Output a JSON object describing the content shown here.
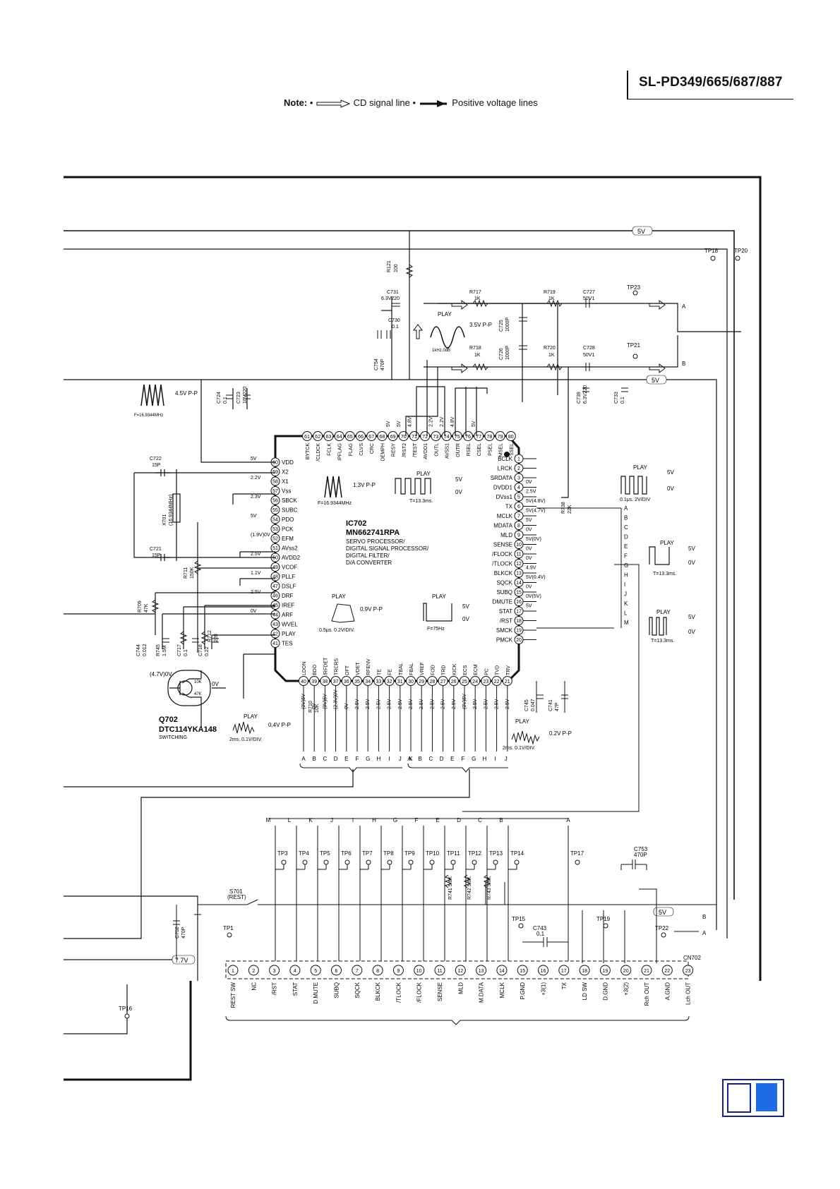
{
  "header": {
    "model": "SL-PD349/665/687/887",
    "note_prefix": "Note:",
    "note_cd": "CD signal line",
    "note_pos": "Positive voltage lines"
  },
  "ic": {
    "ref": "IC702",
    "part": "MN662741RPA",
    "desc": [
      "SERVO PROCESSOR/",
      "DIGITAL SIGNAL PROCESSOR/",
      "DIGITAL FILTER/",
      "D/A CONVERTER"
    ],
    "pins_top": [
      {
        "n": "61",
        "name": "BYTCK"
      },
      {
        "n": "62",
        "name": "/CLDCK"
      },
      {
        "n": "63",
        "name": "FCLK"
      },
      {
        "n": "64",
        "name": "IPFLAG"
      },
      {
        "n": "65",
        "name": "FLAG"
      },
      {
        "n": "66",
        "name": "CLVS"
      },
      {
        "n": "67",
        "name": "CRC"
      },
      {
        "n": "68",
        "name": "DEMPH"
      },
      {
        "n": "69",
        "name": "RESY"
      },
      {
        "n": "70",
        "name": "/RST2"
      },
      {
        "n": "71",
        "name": "/TEST"
      },
      {
        "n": "72",
        "name": "AVDD1"
      },
      {
        "n": "73",
        "name": "OUTL"
      },
      {
        "n": "74",
        "name": "AVSS1"
      },
      {
        "n": "75",
        "name": "OUTR"
      },
      {
        "n": "76",
        "name": "RSEL"
      },
      {
        "n": "77",
        "name": "CSEL"
      },
      {
        "n": "78",
        "name": "PSEL"
      },
      {
        "n": "79",
        "name": "MSEL"
      },
      {
        "n": "80",
        "name": "SSEL"
      }
    ],
    "pins_left": [
      {
        "n": "60",
        "name": "VDD"
      },
      {
        "n": "59",
        "name": "X2"
      },
      {
        "n": "58",
        "name": "X1"
      },
      {
        "n": "57",
        "name": "Vss"
      },
      {
        "n": "56",
        "name": "SBCK"
      },
      {
        "n": "55",
        "name": "SUBC"
      },
      {
        "n": "54",
        "name": "PDO"
      },
      {
        "n": "53",
        "name": "PCK"
      },
      {
        "n": "52",
        "name": "EFM"
      },
      {
        "n": "51",
        "name": "AVss2"
      },
      {
        "n": "50",
        "name": "AVDD2"
      },
      {
        "n": "49",
        "name": "VCOF"
      },
      {
        "n": "48",
        "name": "PLLF"
      },
      {
        "n": "47",
        "name": "DSLF"
      },
      {
        "n": "46",
        "name": "DRF"
      },
      {
        "n": "45",
        "name": "IREF"
      },
      {
        "n": "44",
        "name": "ARF"
      },
      {
        "n": "43",
        "name": "WVEL"
      },
      {
        "n": "42",
        "name": "PLAY"
      },
      {
        "n": "41",
        "name": "TES"
      }
    ],
    "pins_right": [
      {
        "n": "1",
        "name": "BCLK"
      },
      {
        "n": "2",
        "name": "LRCK"
      },
      {
        "n": "3",
        "name": "SRDATA"
      },
      {
        "n": "4",
        "name": "DVDD1"
      },
      {
        "n": "5",
        "name": "DVss1"
      },
      {
        "n": "6",
        "name": "TX"
      },
      {
        "n": "7",
        "name": "MCLK"
      },
      {
        "n": "8",
        "name": "MDATA"
      },
      {
        "n": "9",
        "name": "MLD"
      },
      {
        "n": "10",
        "name": "SENSE"
      },
      {
        "n": "11",
        "name": "/FLOCK"
      },
      {
        "n": "12",
        "name": "/TLOCK"
      },
      {
        "n": "13",
        "name": "BLKCK"
      },
      {
        "n": "14",
        "name": "SQCK"
      },
      {
        "n": "15",
        "name": "SUBQ"
      },
      {
        "n": "16",
        "name": "DMUTE"
      },
      {
        "n": "17",
        "name": "STAT"
      },
      {
        "n": "18",
        "name": "/RST"
      },
      {
        "n": "19",
        "name": "SMCK"
      },
      {
        "n": "20",
        "name": "PMCK"
      }
    ],
    "pins_bottom": [
      {
        "n": "40",
        "name": "LDON"
      },
      {
        "n": "39",
        "name": "BDO"
      },
      {
        "n": "38",
        "name": "/RFDET"
      },
      {
        "n": "37",
        "name": "TRCRS"
      },
      {
        "n": "36",
        "name": "OFT"
      },
      {
        "n": "35",
        "name": "VDET"
      },
      {
        "n": "34",
        "name": "RFENV"
      },
      {
        "n": "33",
        "name": "TE"
      },
      {
        "n": "32",
        "name": "FE"
      },
      {
        "n": "31",
        "name": "TBAL"
      },
      {
        "n": "30",
        "name": "FBAL"
      },
      {
        "n": "29",
        "name": "VREF"
      },
      {
        "n": "28",
        "name": "FOD"
      },
      {
        "n": "27",
        "name": "TRD"
      },
      {
        "n": "26",
        "name": "KICK"
      },
      {
        "n": "25",
        "name": "ECS"
      },
      {
        "n": "24",
        "name": "ECM"
      },
      {
        "n": "23",
        "name": "PC"
      },
      {
        "n": "22",
        "name": "TVD"
      },
      {
        "n": "21",
        "name": "TRV"
      }
    ],
    "volt_top": [
      "5V",
      "5V",
      "4.8V",
      "2.2V",
      "2.2V",
      "4.8V",
      "5V"
    ],
    "volt_left": [
      "5V",
      "2.2V",
      "2.3V",
      "5V",
      "(1.9V)0V",
      "2.5V",
      "1.1V",
      "2.5V",
      "0V"
    ],
    "volt_right": [
      "0V",
      "2.5V",
      "5V(4.8V)",
      "5V(4.7V)",
      "5V",
      "0V",
      "5V(0V)",
      "0V",
      "0V",
      "4.9V",
      "5V(0.4V)",
      "0V",
      "0V(5V)",
      "5V"
    ],
    "volt_bottom": [
      "(0V)5V",
      "0V",
      "(0V)5V",
      "(2.3V)0V",
      "0V",
      "2.5V",
      "2.5V",
      "2.5V",
      "2.5V",
      "2.5V",
      "2.5V",
      "2.5V",
      "2.5V",
      "2.5V",
      "2.5V",
      "(0V)5V",
      "2.5V",
      "2.5V",
      "2.5V",
      "2.5V"
    ]
  },
  "parts": {
    "r121": "R121",
    "r121v": "100",
    "c731": "C731",
    "c731v": "6.3V220",
    "c730": "C730",
    "c730v": "0.1",
    "c754": "C754",
    "c754v": "470P",
    "r717": "R717",
    "r717v": "1K",
    "r719": "R719",
    "r719v": "1K",
    "c727": "C727",
    "c727v": "50V1",
    "c725": "C725",
    "c725v": "1000P",
    "r718": "R718",
    "r718v": "1K",
    "r720": "R720",
    "r720v": "1K",
    "c728": "C728",
    "c728v": "50V1",
    "c726": "C726",
    "c726v": "1000P",
    "c724": "C724",
    "c724v": "0.1",
    "c723": "C723",
    "c723v": "10V220",
    "c739": "C739",
    "c739v": "6.3V220",
    "c733": "C733",
    "c733v": "0.1",
    "c722": "C722",
    "c722v": "15P",
    "x701": "X701",
    "x701v": "(16.9344MHz)",
    "c721": "C721",
    "c721v": "15P",
    "r711": "R711",
    "r711v": "150K",
    "r709": "R709",
    "r709v": "47K",
    "c744": "C744",
    "c744v": "0.012",
    "r745": "R745",
    "r745v": "1.5M",
    "c717": "C717",
    "c717v": "0.1",
    "r712": "R712",
    "r712v": "220",
    "c718": "C718",
    "c718v": "0.22",
    "r738": "R738",
    "r738v": "22K",
    "r710": "R710",
    "r710v": "10K",
    "c745": "C745",
    "c745v": "0.047",
    "c741": "C741",
    "c741v": "47P",
    "c753": "C753",
    "c753v": "470P",
    "c752": "C752",
    "c752v": "470P",
    "c743": "C743",
    "c743v": "0.1",
    "r741": "R741 5.6K",
    "r742": "R742 5.6K",
    "r743": "R743 5.6K",
    "s701": "S701",
    "s701v": "(REST)",
    "q702": "Q702",
    "q702v": "DTC114YKA148",
    "q702f": "SWITCHING",
    "q702in": "(4.7V)0V",
    "q702out": "0V",
    "q702r1": "10K",
    "q702r2": "47K",
    "cn702": "CN702"
  },
  "tps": {
    "tp18": "TP18",
    "tp20": "TP20",
    "tp23": "TP23",
    "tp21": "TP21",
    "tp3": "TP3",
    "tp4": "TP4",
    "tp5": "TP5",
    "tp6": "TP6",
    "tp7": "TP7",
    "tp8": "TP8",
    "tp9": "TP9",
    "tp10": "TP10",
    "tp11": "TP11",
    "tp12": "TP12",
    "tp13": "TP13",
    "tp14": "TP14",
    "tp17": "TP17",
    "tp1": "TP1",
    "tp15": "TP15",
    "tp19": "TP19",
    "tp22": "TP22",
    "tp16": "TP16"
  },
  "waves": {
    "w1_play": "PLAY",
    "w1_amp": "3.5V P-P",
    "w1_freq": "1kHz,0dB",
    "w2_amp": "4.5V P-P",
    "w2_freq": "F=16.9344MHz",
    "w3_amp": "1.3V P-P",
    "w3_freq": "F=16.9344MHz",
    "w4_play": "PLAY",
    "w4_hi": "5V",
    "w4_lo": "0V",
    "w4_t": "T=13.3ms.",
    "w5_play": "PLAY",
    "w5_hi": "5V",
    "w5_lo": "0V",
    "w5_t": "0.1μs. 2V/DIV",
    "w6_play": "PLAY",
    "w6_hi": "5V",
    "w6_lo": "0V",
    "w6_t": "T=13.3ms.",
    "w7_play": "PLAY",
    "w7_amp": "0.9V P-P",
    "w7_t": "0.5μs. 0.2V/DIV.",
    "w8_play": "PLAY",
    "w8_hi": "5V",
    "w8_lo": "0V",
    "w8_t": "F=75Hz",
    "w9_play": "PLAY",
    "w9_hi": "5V",
    "w9_lo": "0V",
    "w9_t": "T=13.3ms.",
    "w10_play": "PLAY",
    "w10_amp": "0.4V P-P",
    "w10_t": "2ms. 0.1V/DIV.",
    "w11_play": "PLAY",
    "w11_amp": "0.2V P-P",
    "w11_t": "2ms. 0.1V/DIV."
  },
  "lines": {
    "bus5v_top": "5V",
    "bus5v_mid": "5V",
    "bus5v_low": "5V",
    "bus7v": "7.7V",
    "audio_a": "A",
    "audio_b": "B",
    "rch": "A",
    "lch": "B"
  },
  "right_letters": [
    "A",
    "B",
    "C",
    "D",
    "E",
    "F",
    "G",
    "H",
    "I",
    "J",
    "K",
    "L",
    "M"
  ],
  "bottom_letters_left": [
    "A",
    "B",
    "C",
    "D",
    "E",
    "F",
    "G",
    "H",
    "I",
    "J",
    "K"
  ],
  "bottom_letters_right": [
    "A",
    "B",
    "C",
    "D",
    "E",
    "F",
    "G",
    "H",
    "I",
    "J"
  ],
  "lower_letters": [
    "M",
    "L",
    "K",
    "J",
    "I",
    "H",
    "G",
    "F",
    "E",
    "D",
    "C",
    "B",
    "A"
  ],
  "connector": [
    {
      "n": "1",
      "name": "REST SW"
    },
    {
      "n": "2",
      "name": "NC"
    },
    {
      "n": "3",
      "name": "/RST"
    },
    {
      "n": "4",
      "name": "STAT"
    },
    {
      "n": "5",
      "name": "D.MUTE"
    },
    {
      "n": "6",
      "name": "SUBQ"
    },
    {
      "n": "7",
      "name": "SQCK"
    },
    {
      "n": "8",
      "name": "BLKCK"
    },
    {
      "n": "9",
      "name": "/TLOCK"
    },
    {
      "n": "10",
      "name": "/FLOCK"
    },
    {
      "n": "11",
      "name": "SENSE"
    },
    {
      "n": "12",
      "name": "MLD"
    },
    {
      "n": "13",
      "name": "M.DATA"
    },
    {
      "n": "14",
      "name": "MCLK"
    },
    {
      "n": "15",
      "name": "P.GND"
    },
    {
      "n": "16",
      "name": "+3(1)"
    },
    {
      "n": "17",
      "name": "TX"
    },
    {
      "n": "18",
      "name": "LD SW"
    },
    {
      "n": "19",
      "name": "D.GND"
    },
    {
      "n": "20",
      "name": "+3(2)"
    },
    {
      "n": "21",
      "name": "Rch OUT"
    },
    {
      "n": "22",
      "name": "A.GND"
    },
    {
      "n": "23",
      "name": "Lch OUT"
    }
  ],
  "colors": {
    "line": "#111111",
    "nav_blue": "#1e6be6",
    "nav_border": "#14208a"
  }
}
